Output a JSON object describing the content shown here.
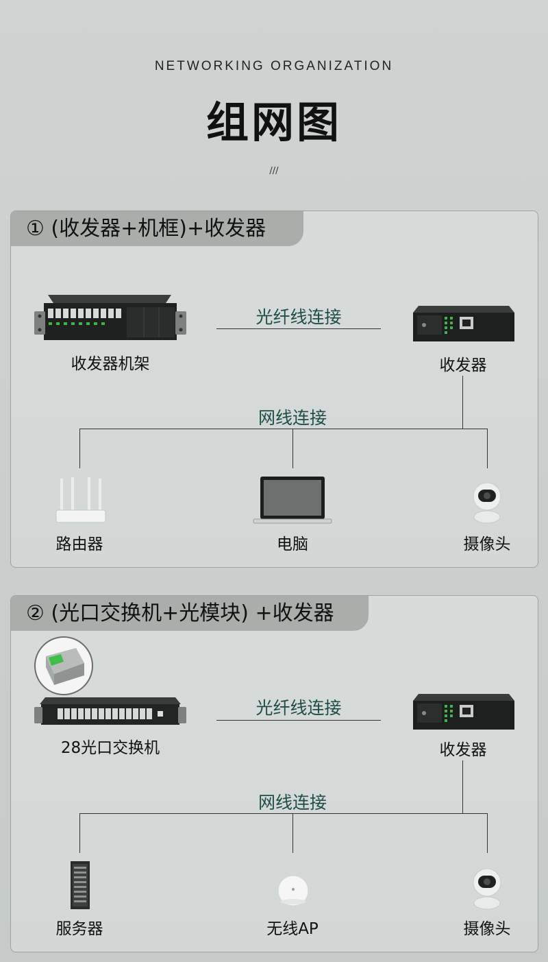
{
  "header": {
    "eyebrow": "NETWORKING ORGANIZATION",
    "title": "组网图",
    "divider": "///"
  },
  "scheme1": {
    "heading": "① (收发器+机框)+收发器",
    "rack_label": "收发器机架",
    "fiber_link": "光纤线连接",
    "transceiver_label": "收发器",
    "ethernet_link": "网线连接",
    "devices": [
      "路由器",
      "电脑",
      "摄像头"
    ]
  },
  "scheme2": {
    "heading": "② (光口交换机+光模块) +收发器",
    "switch_label": "28光口交换机",
    "fiber_link": "光纤线连接",
    "transceiver_label": "收发器",
    "ethernet_link": "网线连接",
    "devices": [
      "服务器",
      "无线AP",
      "摄像头"
    ]
  },
  "icons": {
    "rack": "transceiver-rack-icon",
    "transceiver": "media-converter-icon",
    "router": "router-icon",
    "laptop": "laptop-icon",
    "camera": "camera-icon",
    "switch": "fiber-switch-icon",
    "sfp": "sfp-module-icon",
    "server": "server-cabinet-icon",
    "ap": "wireless-ap-icon"
  },
  "colors": {
    "link_text": "#1f4d47",
    "panel_tab": "#a9aeab",
    "panel_bg": "#d7dbd9",
    "device_dark": "#2a2c2b"
  }
}
